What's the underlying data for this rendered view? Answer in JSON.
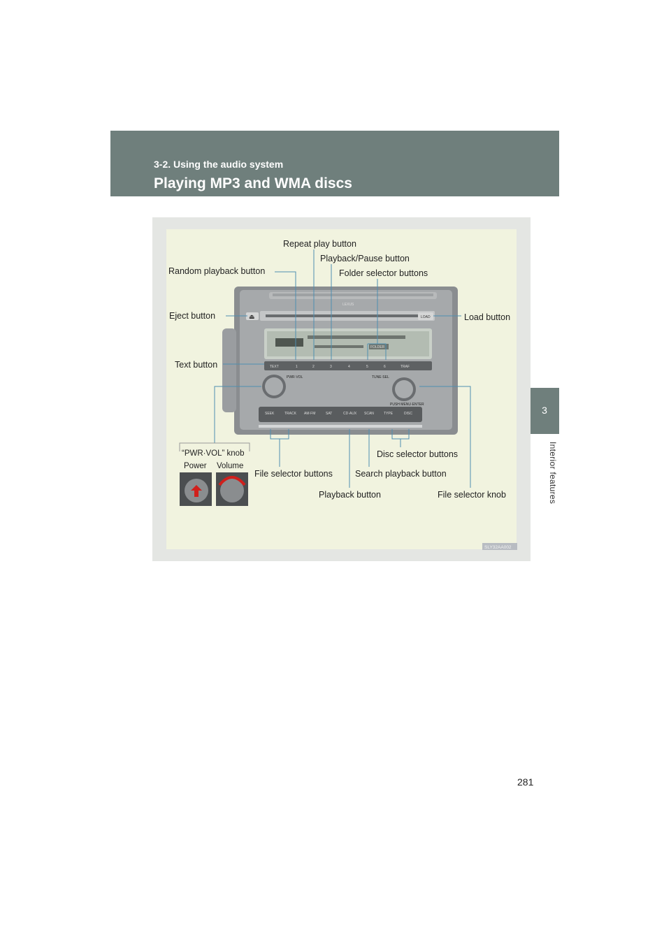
{
  "header": {
    "section": "3-2. Using the audio system",
    "title": "Playing MP3 and WMA discs"
  },
  "side_tab": {
    "chapter_number": "3",
    "chapter_label": "Interior features"
  },
  "figure": {
    "code": "SLY32AA002",
    "panel_text": {
      "brand": "LEXUS",
      "load": "LOAD",
      "text": "TEXT",
      "traf": "TRAF",
      "pwr_vol": "PWR·VOL",
      "tune_sel": "TUNE·SEL",
      "push_menu_enter": "PUSH MENU·ENTER",
      "folder": "FOLDER",
      "presets": [
        "1",
        "2",
        "3",
        "4",
        "5",
        "6"
      ],
      "bottom_buttons": [
        "SEEK",
        "TRACK",
        "AM·FM",
        "SAT",
        "CD·AUX",
        "SCAN",
        "TYPE",
        "DISC"
      ]
    },
    "callouts": {
      "repeat": "Repeat play button",
      "playpause": "Playback/Pause button",
      "random": "Random playback button",
      "folder": "Folder selector buttons",
      "eject": "Eject button",
      "load": "Load button",
      "text": "Text button",
      "pwrvol_knob": "“PWR·VOL” knob",
      "power": "Power",
      "volume": "Volume",
      "disc_selector": "Disc selector buttons",
      "file_selector_buttons": "File selector buttons",
      "search": "Search playback button",
      "playback": "Playback button",
      "file_knob": "File selector knob"
    }
  },
  "page_number": "281"
}
